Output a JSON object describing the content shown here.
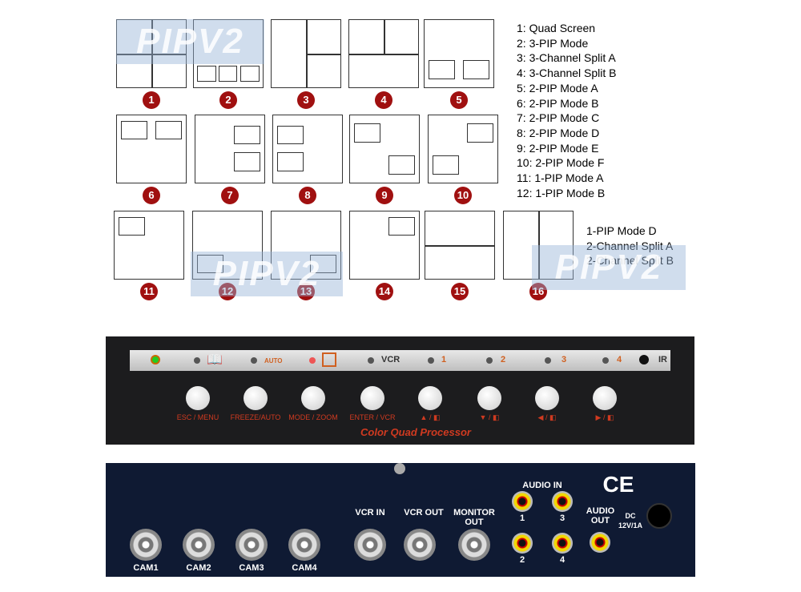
{
  "modes": [
    {
      "id": "1",
      "label": "1: Quad Screen"
    },
    {
      "id": "2",
      "label": "2: 3-PIP Mode"
    },
    {
      "id": "3",
      "label": "3: 3-Channel Split A"
    },
    {
      "id": "4",
      "label": "4: 3-Channel Split B"
    },
    {
      "id": "5",
      "label": "5: 2-PIP Mode A"
    },
    {
      "id": "6",
      "label": "6: 2-PIP Mode B"
    },
    {
      "id": "7",
      "label": "7: 2-PIP Mode C"
    },
    {
      "id": "8",
      "label": "8: 2-PIP Mode D"
    },
    {
      "id": "9",
      "label": "9: 2-PIP Mode E"
    },
    {
      "id": "10",
      "label": "10: 2-PIP Mode F"
    },
    {
      "id": "11",
      "label": "11: 1-PIP Mode A"
    },
    {
      "id": "12",
      "label": "12: 1-PIP Mode B"
    },
    {
      "id": "13",
      "label": ""
    },
    {
      "id": "14",
      "label": ""
    },
    {
      "id": "15",
      "label": ""
    },
    {
      "id": "16",
      "label": ""
    }
  ],
  "extra_legend": [
    "1-PIP Mode D",
    "2-Channel Split A",
    "2-Channel Split B"
  ],
  "watermark": "PIPV2",
  "front": {
    "indicators": [
      "VCR",
      "1",
      "2",
      "3",
      "4",
      "IR"
    ],
    "auto_label": "AUTO",
    "buttons": [
      "ESC / MENU",
      "FREEZE/AUTO",
      "MODE / ZOOM",
      "ENTER / VCR",
      "▲ / ◧",
      "▼ / ◧",
      "◀ / ◧",
      "▶ / ◧"
    ],
    "brand": "Color Quad Processor"
  },
  "rear": {
    "cams": [
      "CAM1",
      "CAM2",
      "CAM3",
      "CAM4"
    ],
    "vcr_in": "VCR IN",
    "vcr_out": "VCR OUT",
    "monitor_out": "MONITOR OUT",
    "audio_in": "AUDIO IN",
    "audio_in_ports": [
      "1",
      "3",
      "2",
      "4"
    ],
    "audio_out": "AUDIO OUT",
    "dc": "DC 12V/1A",
    "ce": "CE"
  }
}
